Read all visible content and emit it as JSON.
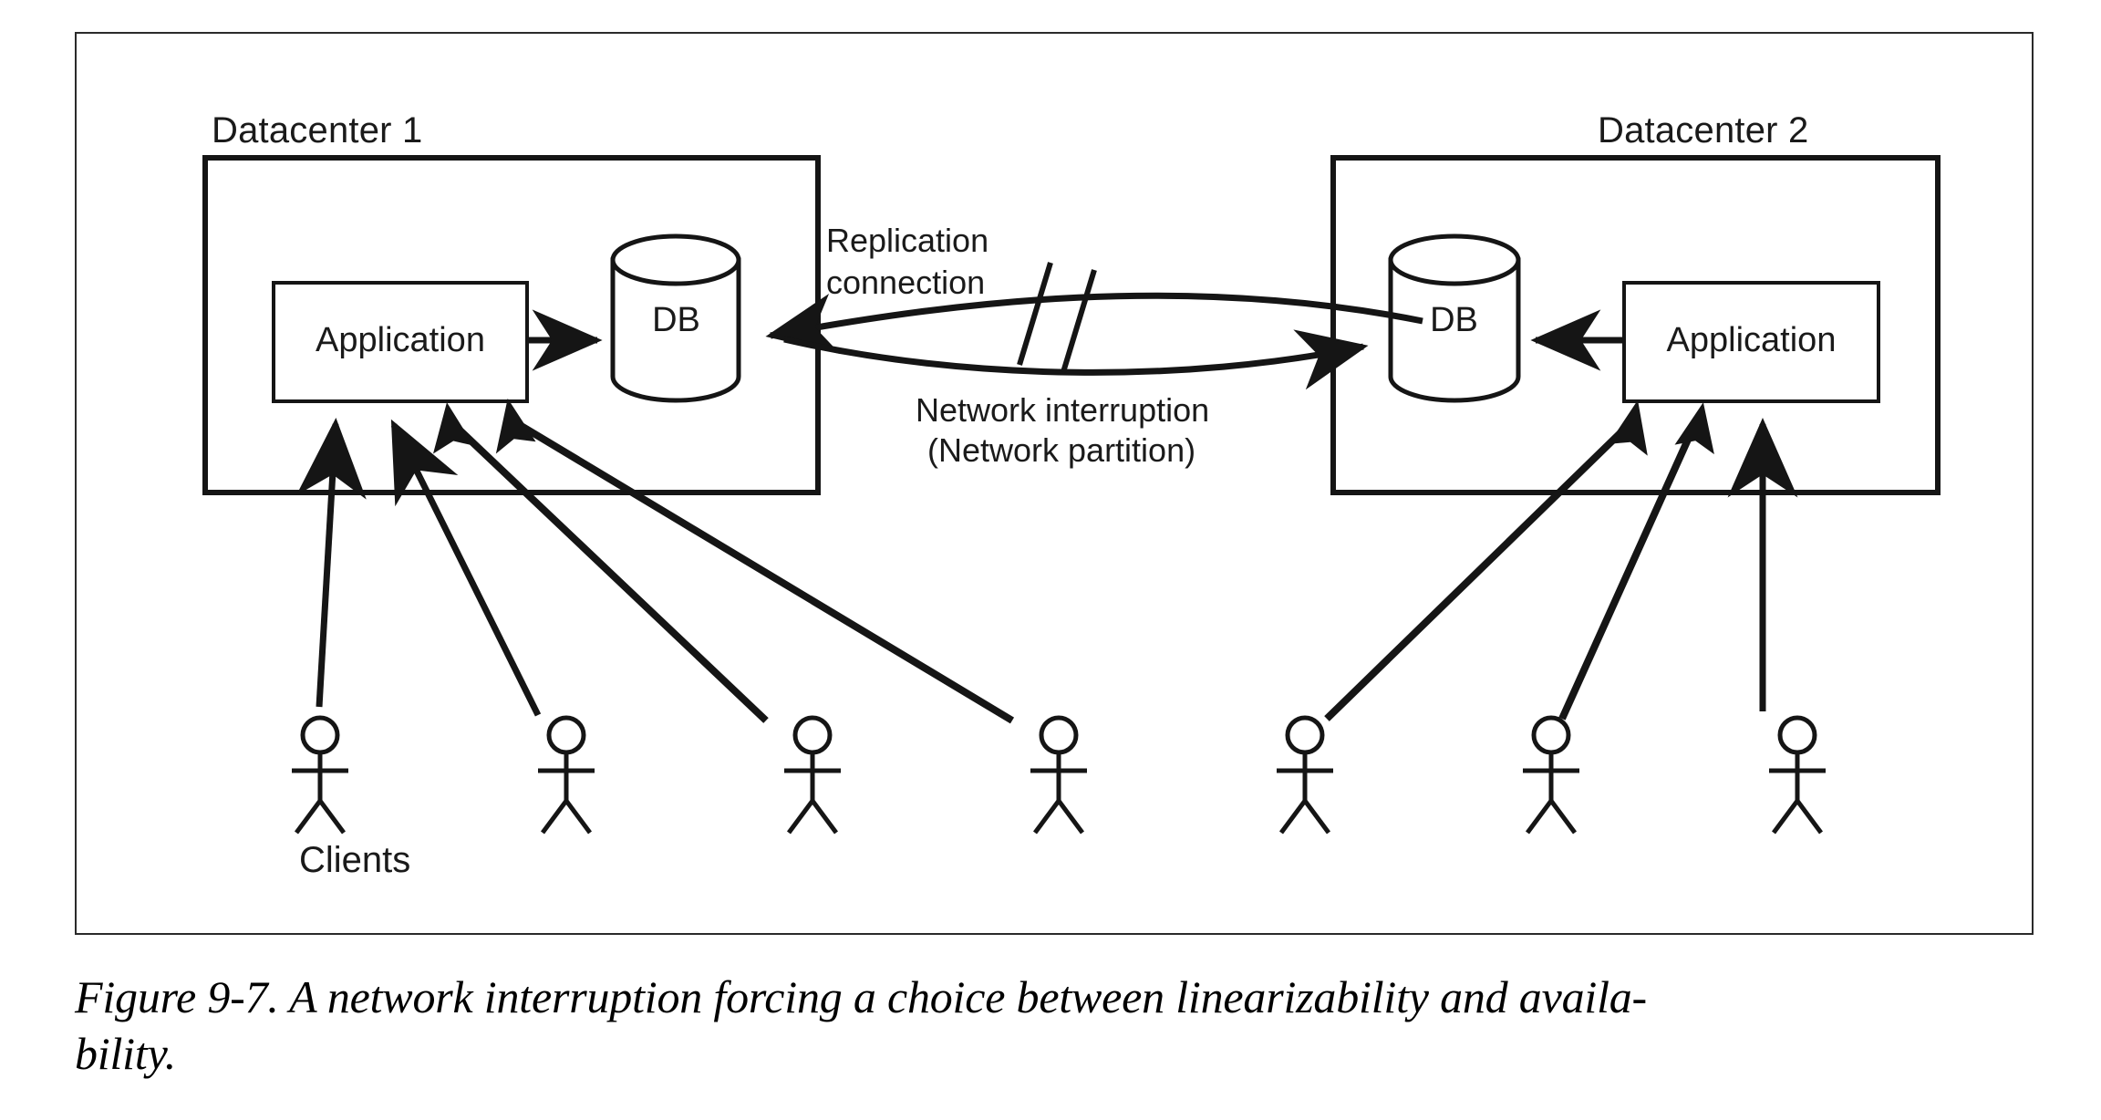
{
  "figure": {
    "caption": "Figure 9-7. A network interruption forcing a choice between linearizability and availa-bility.",
    "caption_line1": "Figure 9-7. A network interruption forcing a choice between linearizability and availa-",
    "caption_line2": "bility."
  },
  "diagram": {
    "datacenter1": {
      "label": "Datacenter 1",
      "application": {
        "label": "Application"
      },
      "database": {
        "label": "DB"
      }
    },
    "datacenter2": {
      "label": "Datacenter 2",
      "application": {
        "label": "Application"
      },
      "database": {
        "label": "DB"
      }
    },
    "replication": {
      "label_line1": "Replication",
      "label_line2": "connection"
    },
    "interruption": {
      "label_line1": "Network interruption",
      "label_line2": "(Network partition)"
    },
    "clients": {
      "label": "Clients",
      "left_count": 4,
      "right_count": 3
    },
    "colors": {
      "ink": "#1a1a1a",
      "frame": "#2a2a2a",
      "background": "#ffffff"
    }
  }
}
